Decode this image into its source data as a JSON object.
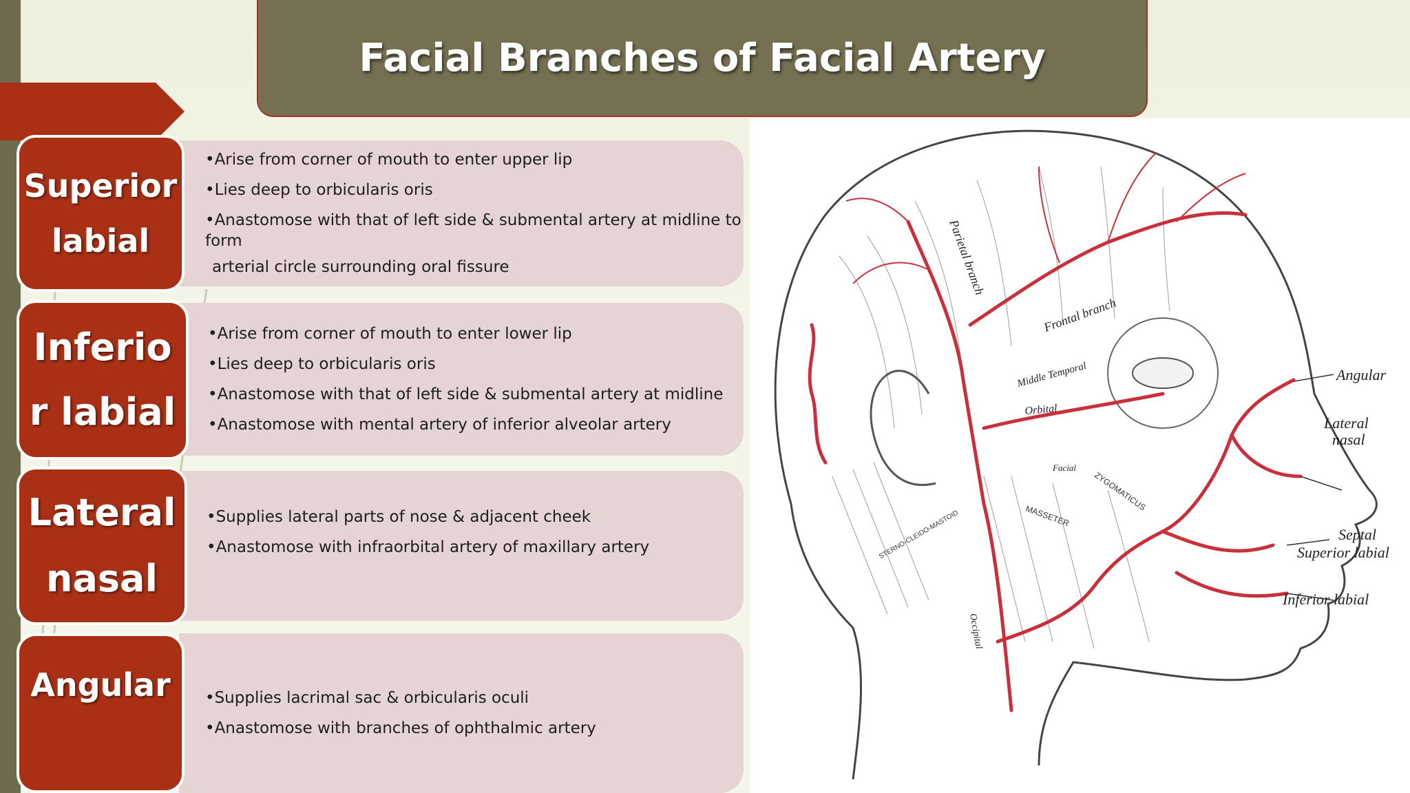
{
  "slide": {
    "title": "Facial Branches of Facial Artery"
  },
  "branches": [
    {
      "label_lines": [
        "Superior",
        "labial"
      ],
      "bullets": [
        {
          "text": "•Arise from corner of mouth to enter upper lip"
        },
        {
          "text": "•Lies deep to orbicularis oris"
        },
        {
          "text": "•Anastomose with that of left side & submental artery at midline to form",
          "continuation": "arterial circle surrounding oral fissure"
        }
      ]
    },
    {
      "label_lines": [
        "Inferio",
        "r labial"
      ],
      "bullets": [
        {
          "text": "•Arise from corner of mouth to enter lower lip"
        },
        {
          "text": "•Lies deep to orbicularis oris"
        },
        {
          "text": "•Anastomose with that of left side & submental artery at midline"
        },
        {
          "text": "•Anastomose with mental artery of inferior alveolar artery"
        }
      ]
    },
    {
      "label_lines": [
        "Lateral",
        "nasal"
      ],
      "bullets": [
        {
          "text": "•Supplies lateral parts of nose & adjacent cheek"
        },
        {
          "text": "•Anastomose with infraorbital artery of maxillary artery"
        }
      ]
    },
    {
      "label_lines": [
        "Angular"
      ],
      "bullets": [
        {
          "text": "•Supplies lacrimal sac & orbicularis oculi"
        },
        {
          "text": "•Anastomose with branches of ophthalmic artery"
        }
      ]
    }
  ],
  "diagram": {
    "annotations": {
      "angular": "Angular",
      "lateral": "Lateral",
      "nasal": "nasal",
      "septal": "Septal",
      "superior_labial": "Superior labial",
      "inferior_labial": "Inferior labial",
      "parietal_branch": "Parietal branch",
      "frontal_branch": "Frontal branch",
      "middle_temporal": "Middle Temporal",
      "orbital": "Orbital",
      "masseter": "MASSETER",
      "zygomaticus": "ZYGOMATICUS",
      "sterno_mastoid": "STERNO-CLEIDO-MASTOID",
      "occipital": "Occipital",
      "facial": "Facial"
    }
  },
  "colors": {
    "accent_red": "#a93014",
    "title_olive": "#767052",
    "content_pink": "#e6d3d3",
    "artery_red": "#c8303a"
  }
}
